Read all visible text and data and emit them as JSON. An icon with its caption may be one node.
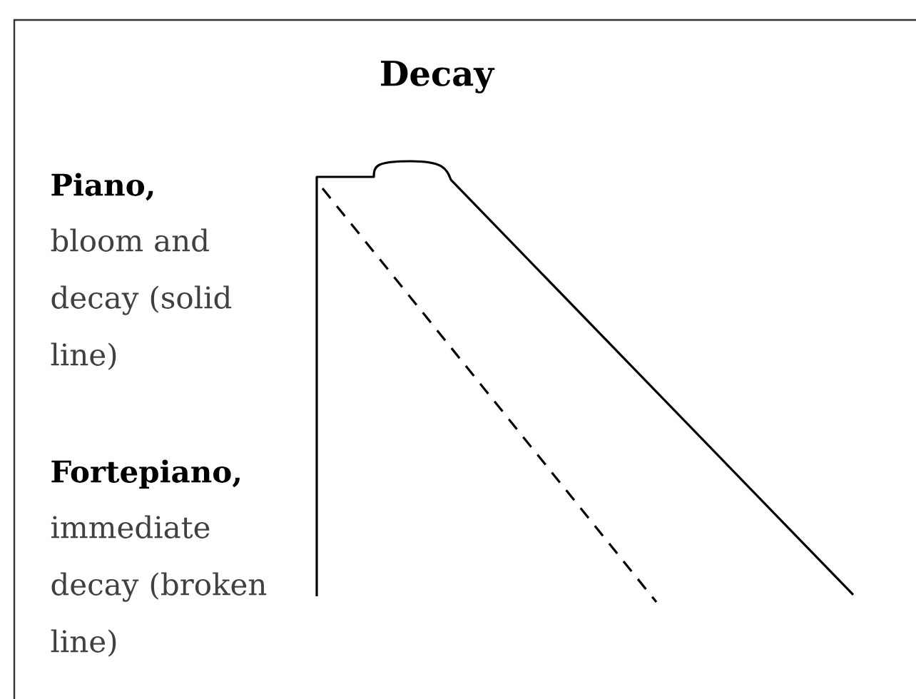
{
  "diagram": {
    "title": "Decay",
    "labels": [
      "Piano,",
      "bloom and decay (solid line)",
      "Fortepiano,",
      "immediate decay (broken line)"
    ]
  }
}
